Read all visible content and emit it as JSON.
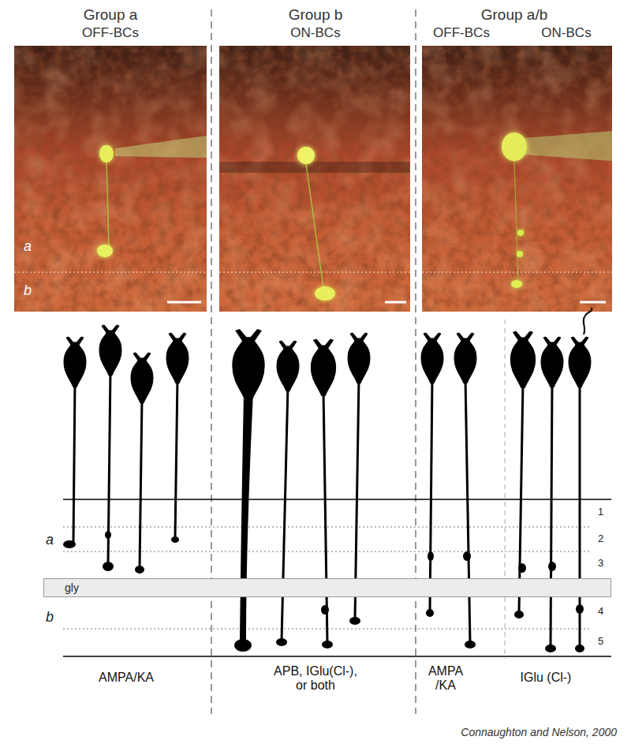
{
  "diagram": {
    "nodes": [
      {
        "text": [
          "gly"
        ]
      }
    ],
    "labels": [
      "Group a",
      "OFF-BCs",
      "Group b",
      "ON-BCs",
      "Group a/b",
      "OFF-BCs",
      "ON-BCs",
      "a",
      "b",
      "a",
      "b",
      "1",
      "2",
      "3",
      "4",
      "5",
      "AMPA/KA",
      "APB, IGlu(Cl-), or both",
      "AMPA /KA",
      "IGlu (Cl-)",
      "Connaughton and Nelson, 2000"
    ]
  }
}
